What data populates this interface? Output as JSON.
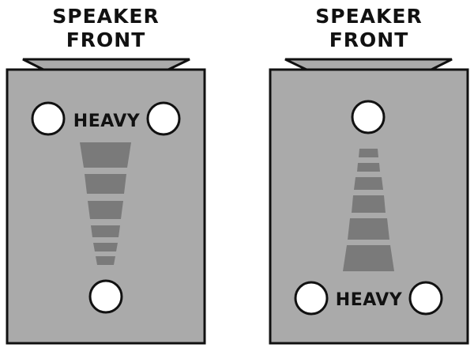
{
  "diagrams": [
    {
      "heading": [
        "SPEAKER",
        "FRONT"
      ],
      "heavy_label": "HEAVY",
      "heavy_end": "front"
    },
    {
      "heading": [
        "SPEAKER",
        "FRONT"
      ],
      "heavy_label": "HEAVY",
      "heavy_end": "rear"
    }
  ],
  "colors": {
    "panel": "#aaaaaa",
    "outline": "#111111",
    "wedge_bars": "#7a7a7a",
    "holes": "#ffffff"
  }
}
